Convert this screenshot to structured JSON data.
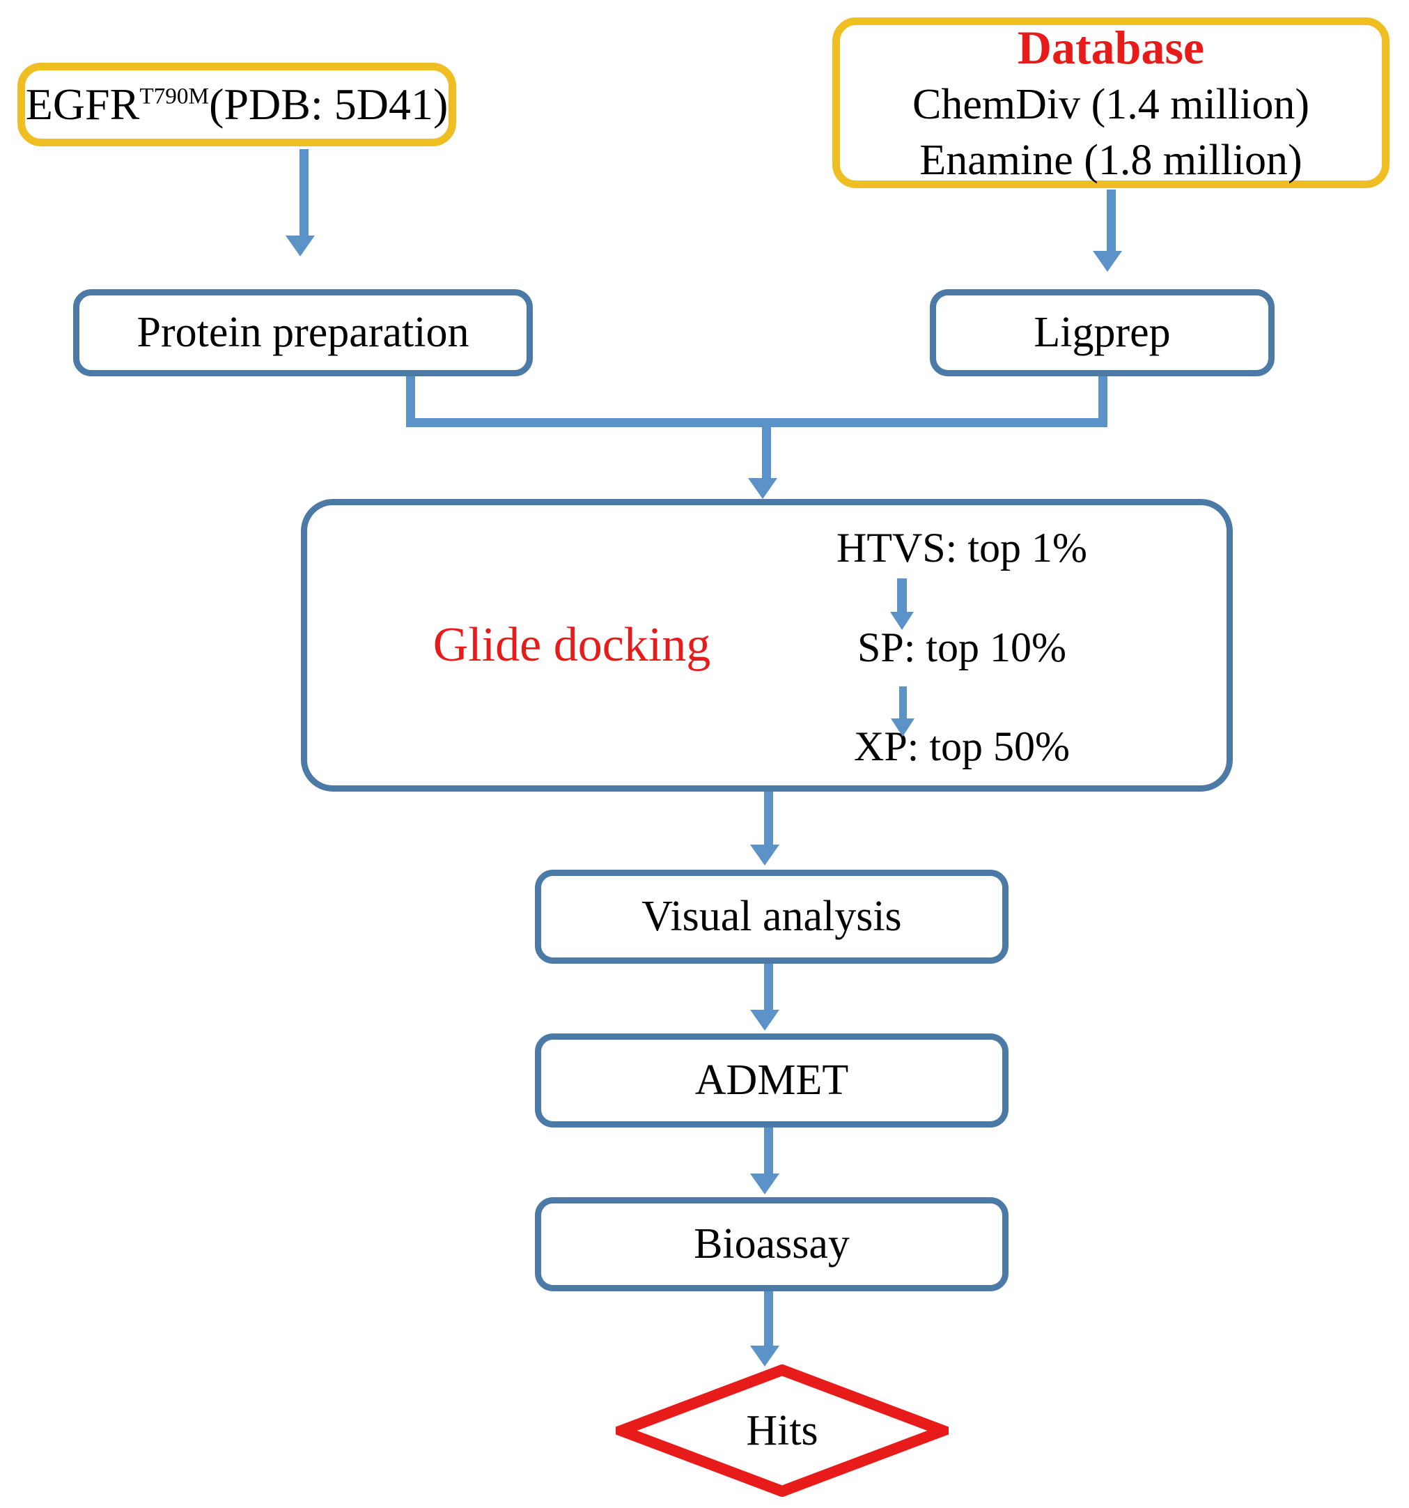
{
  "diagram": {
    "title": "Structure-based virtual screening workflow",
    "colors": {
      "gold_border": "#efbe22",
      "blue_border": "#4c7aa6",
      "arrow_blue": "#5b92c8",
      "accent_red": "#e81b1b",
      "text_black": "#000000",
      "background": "#ffffff"
    }
  },
  "nodes": {
    "target": {
      "label_prefix": "EGFR",
      "label_superscript": "T790M",
      "label_suffix": "(PDB: 5D41)"
    },
    "database": {
      "title": "Database",
      "lines": [
        "ChemDiv (1.4 million)",
        "Enamine (1.8 million)"
      ]
    },
    "protein_preparation": {
      "label": "Protein preparation"
    },
    "ligprep": {
      "label": "Ligprep"
    },
    "glide": {
      "label": "Glide docking",
      "stages": [
        {
          "name": "HTVS:",
          "value": "top 1%",
          "text": "HTVS: top 1%"
        },
        {
          "name": "SP:",
          "value": "top 10%",
          "text": "SP:  top 10%"
        },
        {
          "name": "XP:",
          "value": "top 50%",
          "text": "XP: top 50%"
        }
      ]
    },
    "visual_analysis": {
      "label": "Visual analysis"
    },
    "admet": {
      "label": "ADMET"
    },
    "bioassay": {
      "label": "Bioassay"
    },
    "hits": {
      "label": "Hits"
    }
  },
  "chart_data": {
    "type": "diagram",
    "title": "Structure-based virtual screening workflow",
    "flow_nodes": [
      {
        "id": "target",
        "text": "EGFR T790M (PDB: 5D41)",
        "shape": "rounded-rect",
        "border": "#efbe22"
      },
      {
        "id": "database",
        "text": "Database / ChemDiv (1.4 million) / Enamine (1.8 million)",
        "shape": "rounded-rect",
        "border": "#efbe22"
      },
      {
        "id": "protein_preparation",
        "text": "Protein preparation",
        "shape": "rounded-rect",
        "border": "#4c7aa6"
      },
      {
        "id": "ligprep",
        "text": "Ligprep",
        "shape": "rounded-rect",
        "border": "#4c7aa6"
      },
      {
        "id": "glide",
        "text": "Glide docking: HTVS top 1%, SP top 10%, XP top 50%",
        "shape": "rounded-rect",
        "border": "#4c7aa6"
      },
      {
        "id": "visual_analysis",
        "text": "Visual analysis",
        "shape": "rounded-rect",
        "border": "#4c7aa6"
      },
      {
        "id": "admet",
        "text": "ADMET",
        "shape": "rounded-rect",
        "border": "#4c7aa6"
      },
      {
        "id": "bioassay",
        "text": "Bioassay",
        "shape": "rounded-rect",
        "border": "#4c7aa6"
      },
      {
        "id": "hits",
        "text": "Hits",
        "shape": "diamond",
        "border": "#e81b1b"
      }
    ],
    "edges": [
      {
        "from": "target",
        "to": "protein_preparation"
      },
      {
        "from": "database",
        "to": "ligprep"
      },
      {
        "from": "protein_preparation",
        "to": "glide"
      },
      {
        "from": "ligprep",
        "to": "glide"
      },
      {
        "from": "glide",
        "to": "visual_analysis"
      },
      {
        "from": "visual_analysis",
        "to": "admet"
      },
      {
        "from": "admet",
        "to": "bioassay"
      },
      {
        "from": "bioassay",
        "to": "hits"
      },
      {
        "from": "HTVS: top 1%",
        "to": "SP:  top 10%"
      },
      {
        "from": "SP:  top 10%",
        "to": "XP: top 50%"
      }
    ]
  }
}
